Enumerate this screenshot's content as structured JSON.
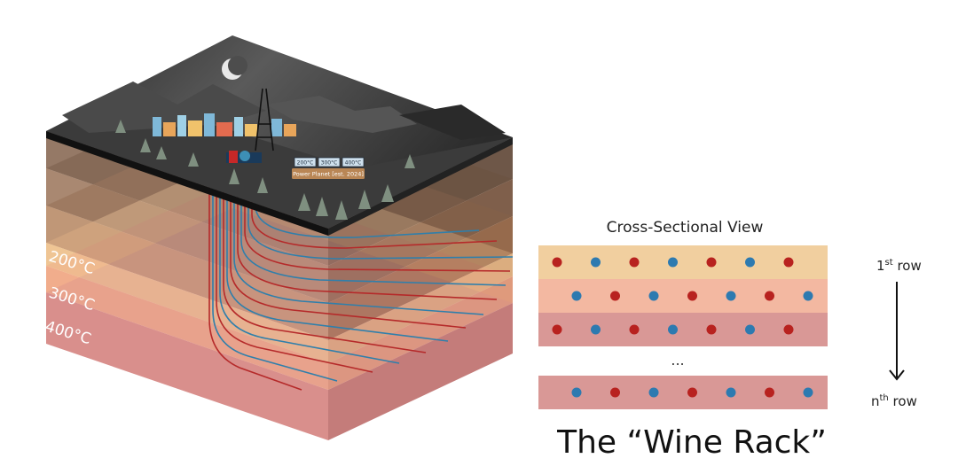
{
  "diagram": {
    "temperatures": [
      "200°C",
      "300°C",
      "400°C"
    ],
    "surface_signs": [
      "200°C",
      "300°C",
      "400°C"
    ],
    "power_plant_label": "Power Planet [est. 2024]",
    "cross_section": {
      "title": "Cross-Sectional View",
      "ellipsis": "...",
      "first_row_label": {
        "base": "1",
        "sup": "st",
        "rest": " row"
      },
      "nth_row_label": {
        "base": "n",
        "sup": "th",
        "rest": " row"
      },
      "rows": [
        {
          "band_color": "#f1cf9f",
          "dots": [
            "red",
            "blue",
            "red",
            "blue",
            "red",
            "blue",
            "red"
          ],
          "offset": false
        },
        {
          "band_color": "#f3b8a1",
          "dots": [
            "blue",
            "red",
            "blue",
            "red",
            "blue",
            "red",
            "blue"
          ],
          "offset": true
        },
        {
          "band_color": "#d99896",
          "dots": [
            "red",
            "blue",
            "red",
            "blue",
            "red",
            "blue",
            "red"
          ],
          "offset": false
        },
        {
          "band_color": "#d99896",
          "dots": [
            "blue",
            "red",
            "blue",
            "red",
            "blue",
            "red",
            "blue"
          ],
          "offset": true
        }
      ]
    },
    "caption": "The “Wine Rack”",
    "colors": {
      "red_well": "#b52a2a",
      "blue_well": "#2f7fab",
      "dot_red": "#b8221f",
      "dot_blue": "#2d7ab0"
    }
  }
}
